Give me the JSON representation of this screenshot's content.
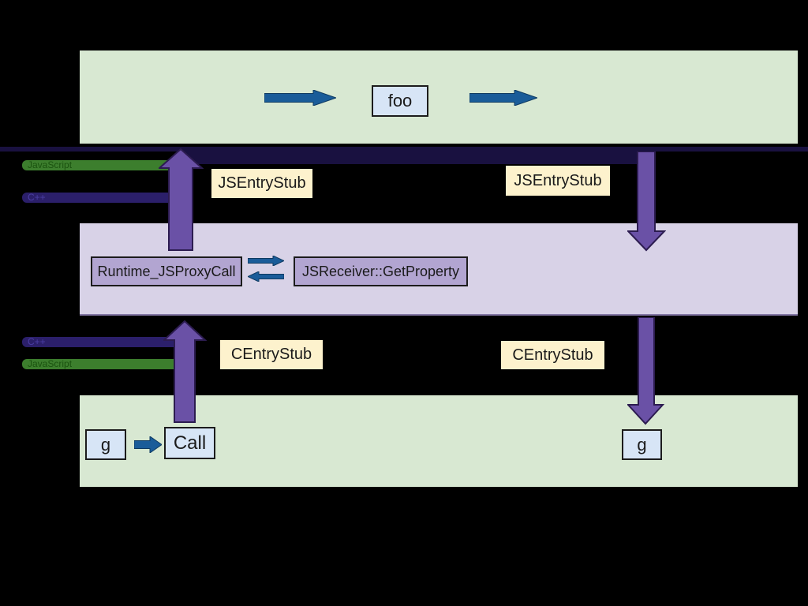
{
  "colors": {
    "background": "#000000",
    "js_band": "#d8e8d2",
    "cpp_band": "#d8d2e7",
    "stub_box": "#fdf2cd",
    "code_box": "#d7e5f6",
    "runtime_box": "#b2a5d1",
    "flow_arrow_blue": "#1a5c99",
    "transition_arrow_purple": "#6a51a6",
    "stack_line_navy": "#191140",
    "js_stack_bar_green": "#3c7e2d",
    "cpp_stack_bar_navy": "#2b1f6a"
  },
  "top_band": {
    "foo_box": "foo"
  },
  "entry_stubs": {
    "left": "JSEntryStub",
    "right": "JSEntryStub"
  },
  "stack_legend_top": {
    "js": "JavaScript",
    "cpp": "C++"
  },
  "runtime_band": {
    "proxy_call_box": "Runtime_JSProxyCall",
    "get_property_box": "JSReceiver::GetProperty"
  },
  "c_entry_stubs": {
    "left": "CEntryStub",
    "right": "CEntryStub"
  },
  "stack_legend_bottom": {
    "cpp": "C++",
    "js": "JavaScript"
  },
  "bottom_band": {
    "g_left_box": "g",
    "call_box": "Call",
    "g_right_box": "g"
  }
}
